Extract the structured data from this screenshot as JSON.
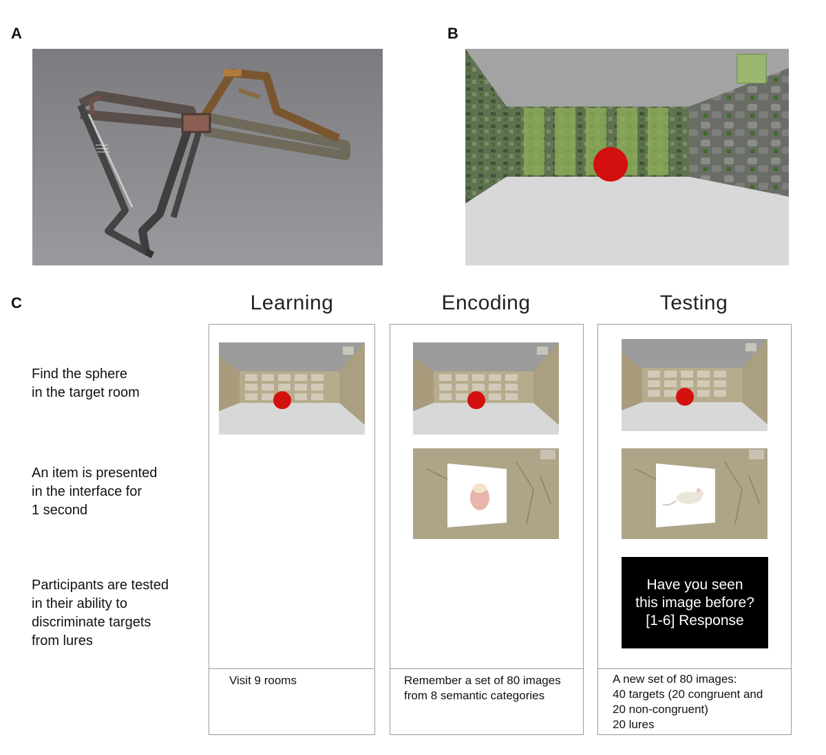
{
  "panels": {
    "a": {
      "letter": "A"
    },
    "b": {
      "letter": "B"
    },
    "c": {
      "letter": "C"
    }
  },
  "columns": [
    {
      "heading": "Learning",
      "footer": "Visit 9 rooms"
    },
    {
      "heading": "Encoding",
      "footer": "Remember a set of 80 images\nfrom 8 semantic categories"
    },
    {
      "heading": "Testing",
      "footer": "A new set of 80 images:\n40 targets (20 congruent and\n20 non-congruent)\n20 lures"
    }
  ],
  "rows": [
    {
      "label": "Find the sphere\nin the target room"
    },
    {
      "label": "An item is presented\nin the interface for\n1 second"
    },
    {
      "label": "Participants are tested\nin their ability to\ndiscriminate targets\nfrom lures"
    }
  ],
  "test_prompt": "Have you seen\nthis image before?\n[1-6] Response",
  "colors": {
    "sphere": "#d3100d",
    "maze_background": "#8d8d91",
    "sky": "#9c9c9c",
    "floor": "#d8d8d8",
    "panel_border": "#9a9a9a"
  },
  "icons": {
    "maze": "maze-overview-render",
    "room_b": "green-walled-room-render",
    "room_view": "stone-room-view-render",
    "item_b": "hazelnut-item-image",
    "item_c": "mouse-item-image"
  }
}
